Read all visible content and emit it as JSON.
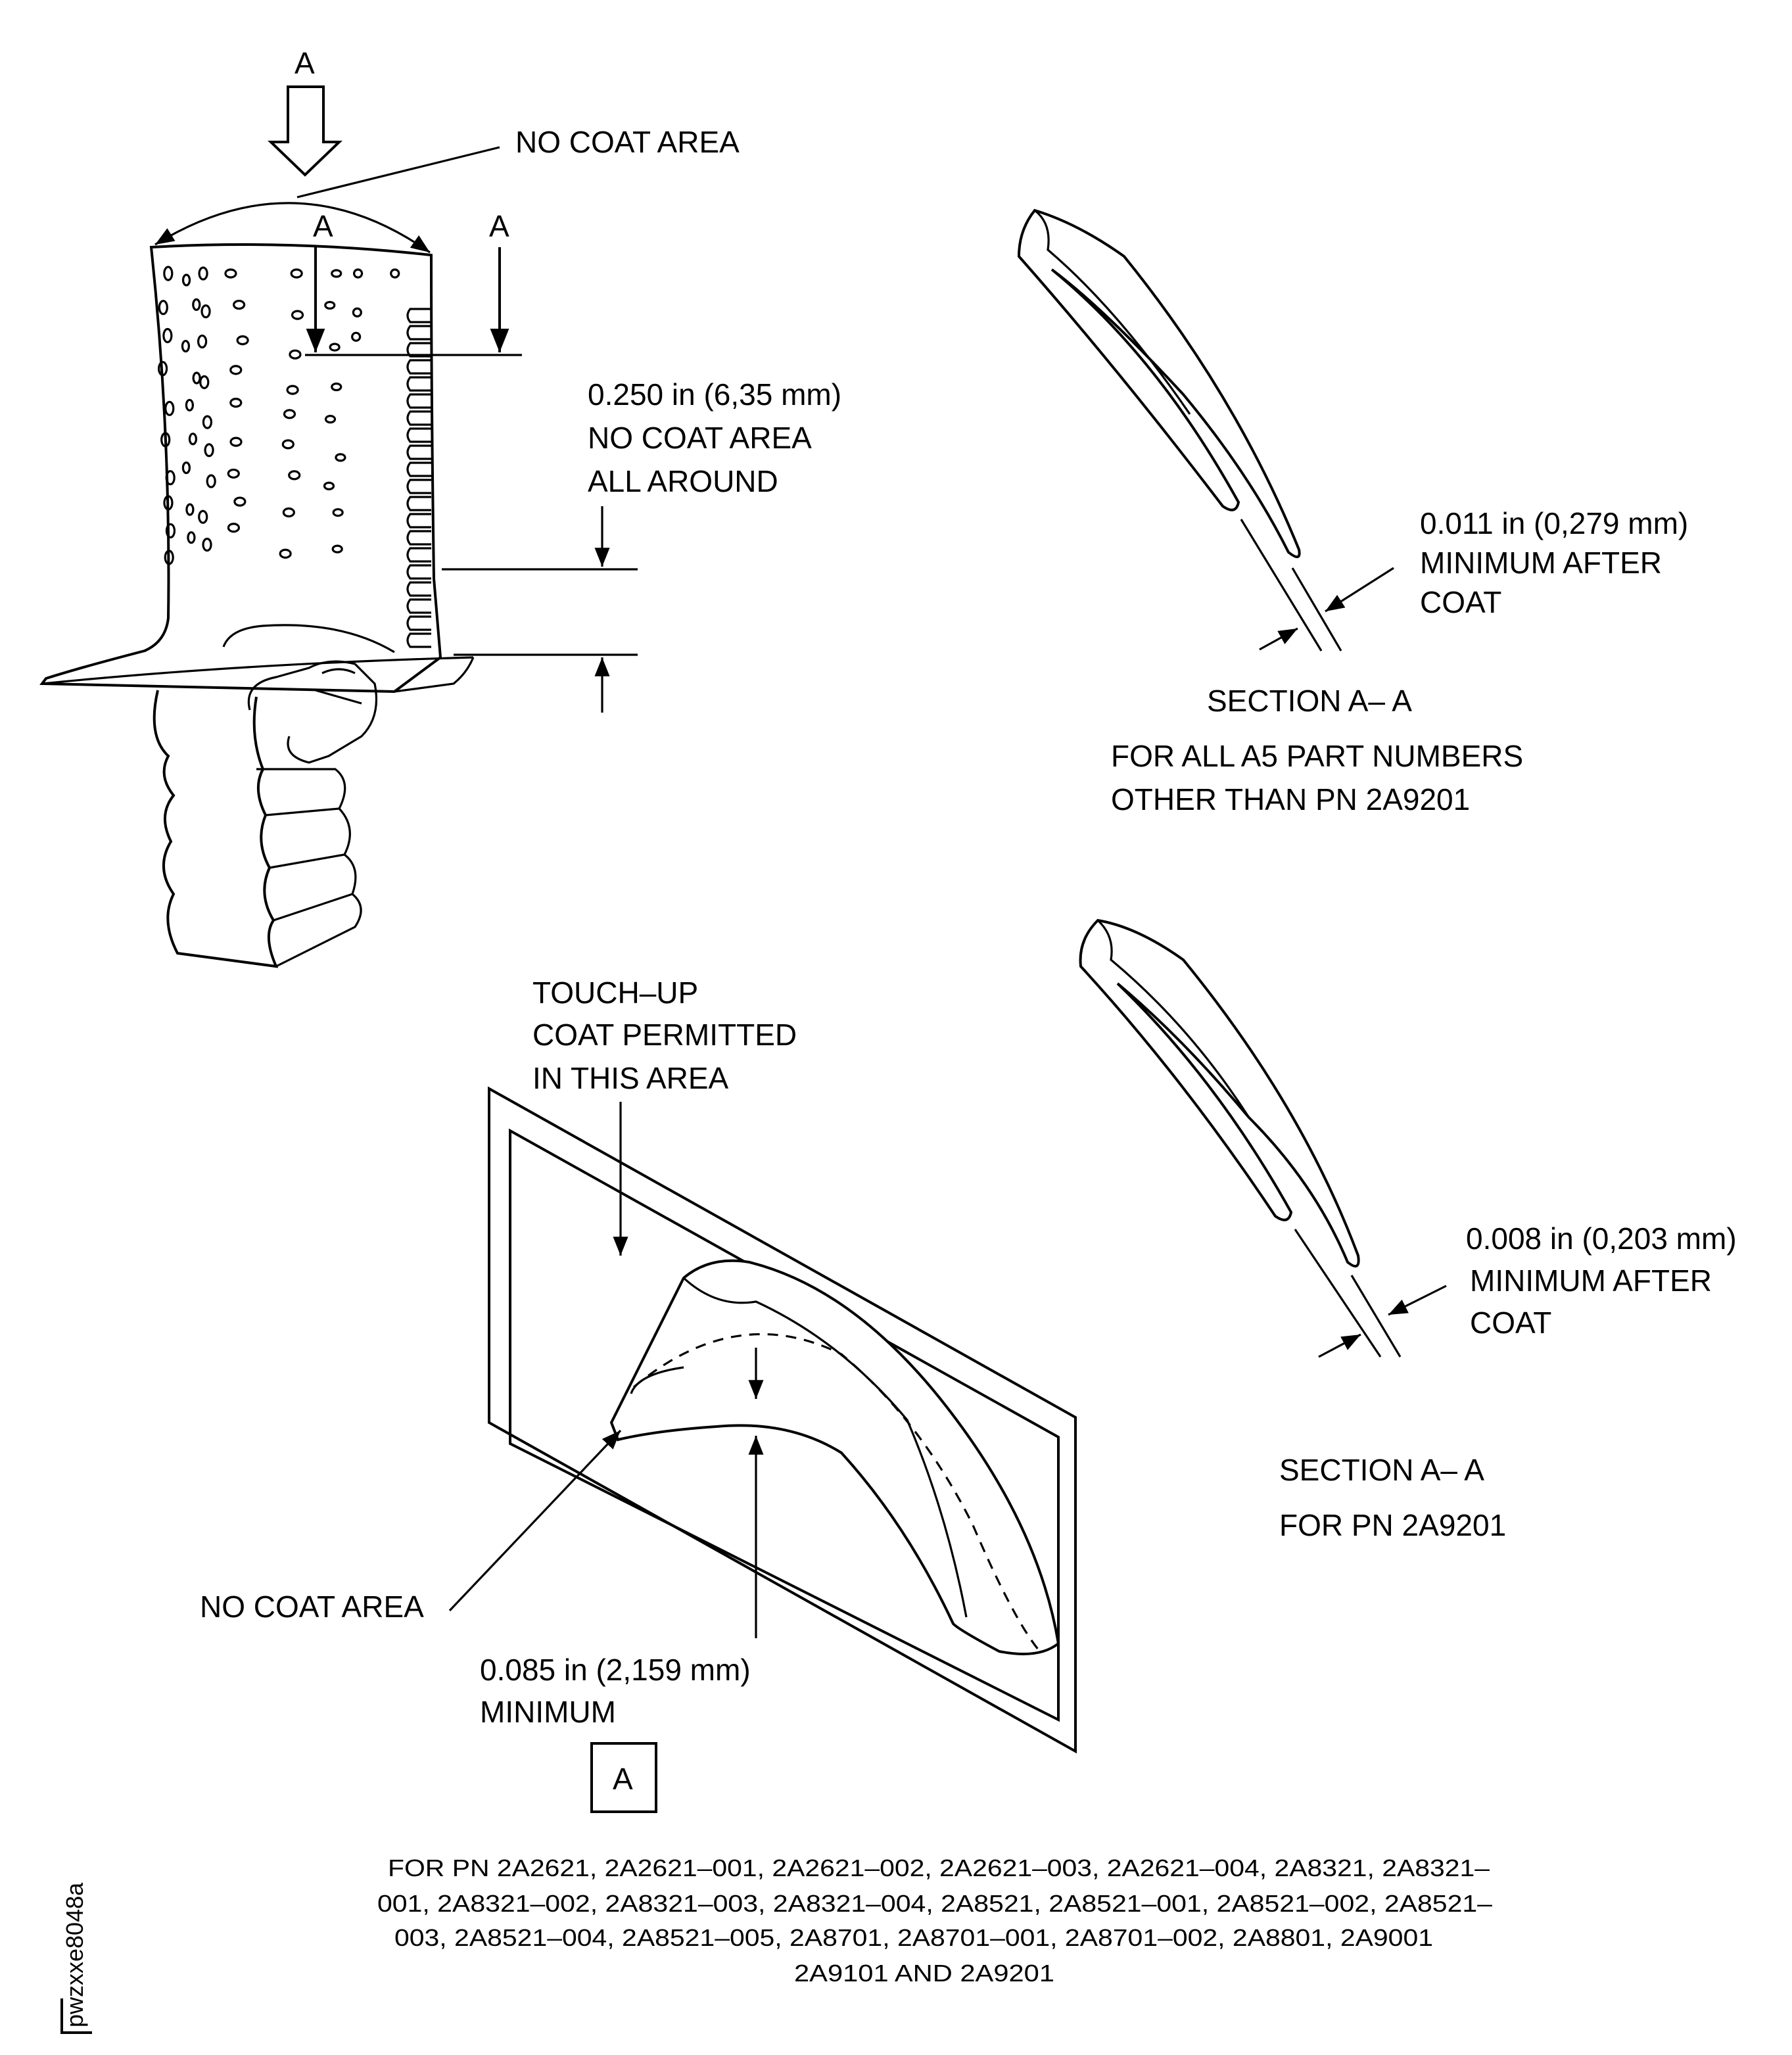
{
  "blade_view": {
    "view_arrow_label": "A",
    "no_coat_area_label": "NO COAT AREA",
    "section_label_left": "A",
    "section_label_right": "A",
    "dimension": {
      "line1": "0.250 in (6,35 mm)",
      "line2": "NO COAT AREA",
      "line3": "ALL AROUND"
    }
  },
  "section_upper": {
    "dimension": {
      "line1": "0.011 in (0,279 mm)",
      "line2": "MINIMUM AFTER",
      "line3": "COAT"
    },
    "title": "SECTION A– A",
    "caption1": "FOR ALL A5 PART NUMBERS",
    "caption2": "OTHER THAN PN 2A9201"
  },
  "section_lower": {
    "dimension": {
      "line1": "0.008 in (0,203 mm)",
      "line2": "MINIMUM AFTER",
      "line3": "COAT"
    },
    "title": "SECTION A– A",
    "caption1": "FOR PN 2A9201"
  },
  "detail_view": {
    "touchup": {
      "line1": "TOUCH–UP",
      "line2": "COAT PERMITTED",
      "line3": "IN THIS AREA"
    },
    "no_coat_area_label": "NO COAT AREA",
    "dimension": {
      "line1": "0.085 in (2,159 mm)",
      "line2": "MINIMUM"
    },
    "view_box_label": "A"
  },
  "footnote": {
    "line1": "FOR PN 2A2621, 2A2621–001, 2A2621–002, 2A2621–003, 2A2621–004, 2A8321, 2A8321–",
    "line2": "001, 2A8321–002, 2A8321–003, 2A8321–004, 2A8521, 2A8521–001, 2A8521–002, 2A8521–",
    "line3": "003, 2A8521–004, 2A8521–005, 2A8701, 2A8701–001, 2A8701–002, 2A8801, 2A9001",
    "line4": "2A9101 AND 2A9201"
  },
  "figure_id": "pwzxxe8048a"
}
